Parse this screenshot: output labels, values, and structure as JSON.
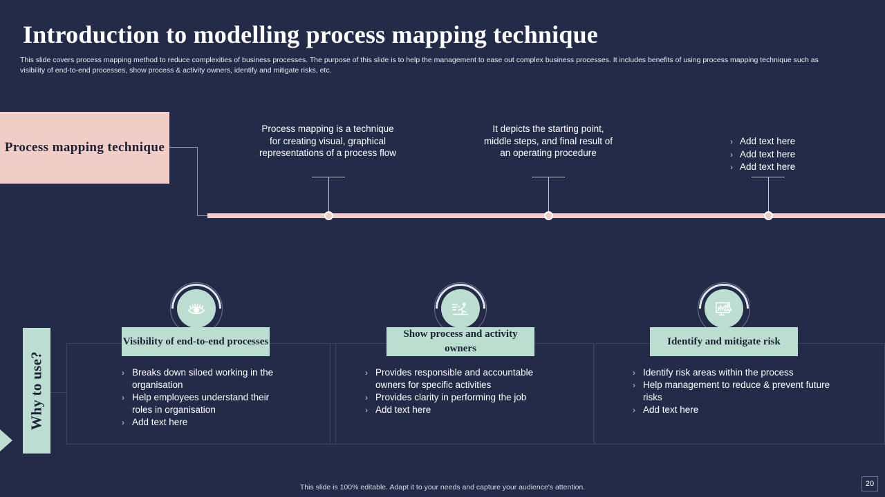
{
  "header": {
    "title": "Introduction to modelling process mapping technique",
    "subtitle": "This slide covers process mapping method to reduce complexities of business processes. The purpose of this slide is to help the management  to ease out complex business processes. It includes benefits of using process mapping technique such as visibility of end-to-end processes, show process & activity owners, identify and mitigate  risks, etc."
  },
  "top": {
    "label_box": "Process mapping technique",
    "nodes": [
      {
        "text": "Process mapping is a technique for creating visual, graphical representations of a process flow"
      },
      {
        "text": "It depicts the starting point, middle steps, and final result of an operating procedure"
      }
    ],
    "bullet_node": {
      "items": [
        "Add text here",
        "Add text here",
        "Add text here"
      ]
    }
  },
  "why": {
    "label": "Why to use?",
    "pillars": [
      {
        "icon": "eye-icon",
        "heading": "Visibility of end-to-end processes",
        "items": [
          "Breaks down siloed working in the organisation",
          "Help employees understand their roles in organisation",
          "Add text here"
        ]
      },
      {
        "icon": "running-person-icon",
        "heading": "Show process and activity owners",
        "items": [
          "Provides responsible and accountable owners for specific activities",
          "Provides clarity in performing the job",
          "Add text here"
        ]
      },
      {
        "icon": "monitor-chart-warning-icon",
        "heading": "Identify and mitigate risk",
        "items": [
          "Identify risk areas within the process",
          "Help management to reduce & prevent future risks",
          "Add text here"
        ]
      }
    ]
  },
  "footer": {
    "note": "This slide is 100% editable.  Adapt it to your needs and capture your audience's attention.",
    "page": "20"
  },
  "chevron": "›",
  "colors": {
    "background": "#232b48",
    "pink": "#f0cdc6",
    "mint": "#bcded1",
    "text": "#ffffff",
    "frame": "#3b4463"
  }
}
